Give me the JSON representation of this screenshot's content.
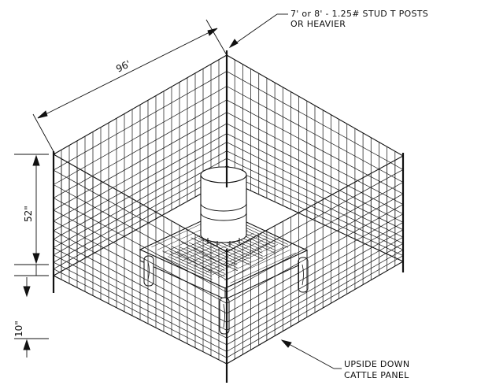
{
  "labels": {
    "post_spec_line1": "7' or 8' - 1.25# STUD T POSTS",
    "post_spec_line2": "OR HEAVIER",
    "width_dim": "96'",
    "height_dim": "52\"",
    "ground_gap_dim": "10\"",
    "panel_line1": "UPSIDE DOWN",
    "panel_line2": "CATTLE PANEL"
  },
  "colors": {
    "ink": "#111111",
    "paper": "#ffffff"
  }
}
